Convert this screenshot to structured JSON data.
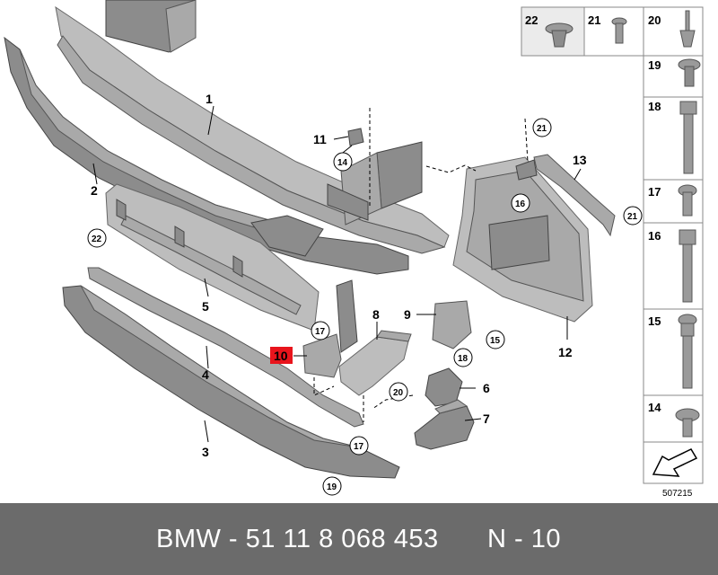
{
  "diagram": {
    "callouts": [
      "1",
      "2",
      "3",
      "4",
      "5",
      "6",
      "7",
      "8",
      "9",
      "10",
      "11",
      "12",
      "13"
    ],
    "circled": {
      "c14": "14",
      "c15": "15",
      "c16": "16",
      "c17a": "17",
      "c17b": "17",
      "c18": "18",
      "c19": "19",
      "c20": "20",
      "c21a": "21",
      "c21b": "21",
      "c22": "22"
    },
    "highlight_callout": "10",
    "highlight_color": "#e8141c"
  },
  "fasteners": {
    "top": [
      "22",
      "21",
      "20"
    ],
    "side": [
      "19",
      "18",
      "17",
      "16",
      "15",
      "14"
    ]
  },
  "image_id": "507215",
  "footer": {
    "part_number": "BMW - 51 11 8 068 453",
    "page": "N - 10"
  },
  "colors": {
    "footer_bg": "#6b6b6b",
    "part_fill": "#a9a9a9",
    "panel_bg": "#ebebeb"
  }
}
